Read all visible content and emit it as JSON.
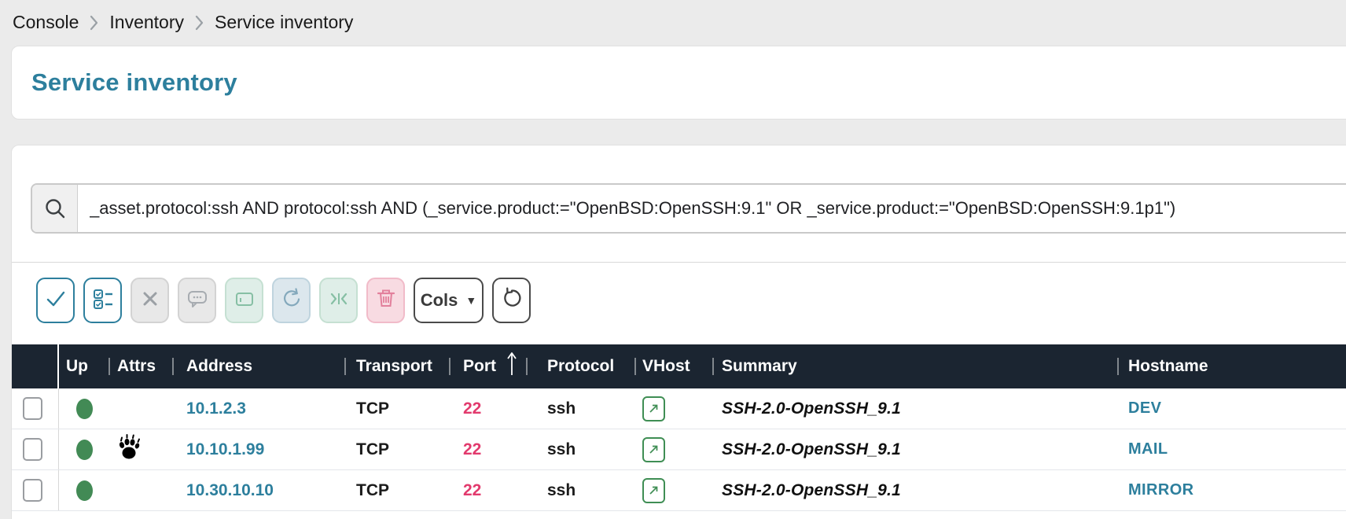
{
  "breadcrumb": {
    "items": [
      "Console",
      "Inventory",
      "Service inventory"
    ]
  },
  "page": {
    "title": "Service inventory"
  },
  "search": {
    "query": "_asset.protocol:ssh AND protocol:ssh AND (_service.product:=\"OpenBSD:OpenSSH:9.1\" OR _service.product:=\"OpenBSD:OpenSSH:9.1p1\")"
  },
  "toolbar": {
    "buttons": [
      {
        "name": "confirm-selection",
        "icon": "check-icon",
        "enabled": true
      },
      {
        "name": "bulk-select",
        "icon": "checklist-icon",
        "enabled": true
      },
      {
        "name": "clear-selection",
        "icon": "x-icon",
        "enabled": false
      },
      {
        "name": "comment",
        "icon": "comment-icon",
        "enabled": false
      },
      {
        "name": "tag",
        "icon": "tag-icon",
        "enabled": false
      },
      {
        "name": "rescan",
        "icon": "refresh-icon",
        "enabled": false
      },
      {
        "name": "merge",
        "icon": "merge-icon",
        "enabled": false
      },
      {
        "name": "delete",
        "icon": "trash-icon",
        "enabled": false
      },
      {
        "name": "columns",
        "label": "Cols",
        "icon": "caret-down-icon",
        "enabled": true
      },
      {
        "name": "reset-view",
        "icon": "reset-icon",
        "enabled": true
      }
    ]
  },
  "table": {
    "headers": {
      "up": "Up",
      "attrs": "Attrs",
      "address": "Address",
      "transport": "Transport",
      "port": "Port",
      "protocol": "Protocol",
      "vhost": "VHost",
      "summary": "Summary",
      "hostname": "Hostname"
    },
    "sort": {
      "column": "Port",
      "direction": "ascending"
    },
    "rows": [
      {
        "up": true,
        "attrs": null,
        "address": "10.1.2.3",
        "transport": "TCP",
        "port": "22",
        "protocol": "ssh",
        "vhost": "external-link-icon",
        "summary": "SSH-2.0-OpenSSH_9.1",
        "hostname": "DEV"
      },
      {
        "up": true,
        "attrs": "paw-icon",
        "address": "10.10.1.99",
        "transport": "TCP",
        "port": "22",
        "protocol": "ssh",
        "vhost": "external-link-icon",
        "summary": "SSH-2.0-OpenSSH_9.1",
        "hostname": "MAIL"
      },
      {
        "up": true,
        "attrs": null,
        "address": "10.30.10.10",
        "transport": "TCP",
        "port": "22",
        "protocol": "ssh",
        "vhost": "external-link-icon",
        "summary": "SSH-2.0-OpenSSH_9.1",
        "hostname": "MIRROR"
      }
    ]
  },
  "colors": {
    "accent_teal": "#2d7f9d",
    "header_bg": "#1b2531",
    "up_green": "#428a55",
    "port_pink": "#e23a6d",
    "link_green": "#3f8e54",
    "page_bg": "#ebebeb"
  }
}
